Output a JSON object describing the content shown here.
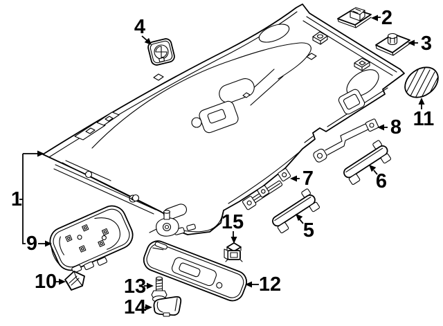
{
  "diagram": {
    "type": "exploded-parts-diagram",
    "background_color": "#ffffff",
    "line_color": "#000000",
    "callouts": [
      {
        "number": "1",
        "part": "headliner-panel"
      },
      {
        "number": "2",
        "part": "roof-clip"
      },
      {
        "number": "3",
        "part": "roof-retainer-clip"
      },
      {
        "number": "4",
        "part": "round-cover-cap"
      },
      {
        "number": "5",
        "part": "grab-handle"
      },
      {
        "number": "6",
        "part": "grab-handle-rear"
      },
      {
        "number": "7",
        "part": "handle-bracket"
      },
      {
        "number": "8",
        "part": "handle-bracket-rear"
      },
      {
        "number": "9",
        "part": "overhead-console"
      },
      {
        "number": "10",
        "part": "console-clip"
      },
      {
        "number": "11",
        "part": "oval-cover"
      },
      {
        "number": "12",
        "part": "sun-visor"
      },
      {
        "number": "13",
        "part": "visor-screw"
      },
      {
        "number": "14",
        "part": "visor-clip-cover"
      },
      {
        "number": "15",
        "part": "visor-retainer-clip"
      }
    ]
  }
}
